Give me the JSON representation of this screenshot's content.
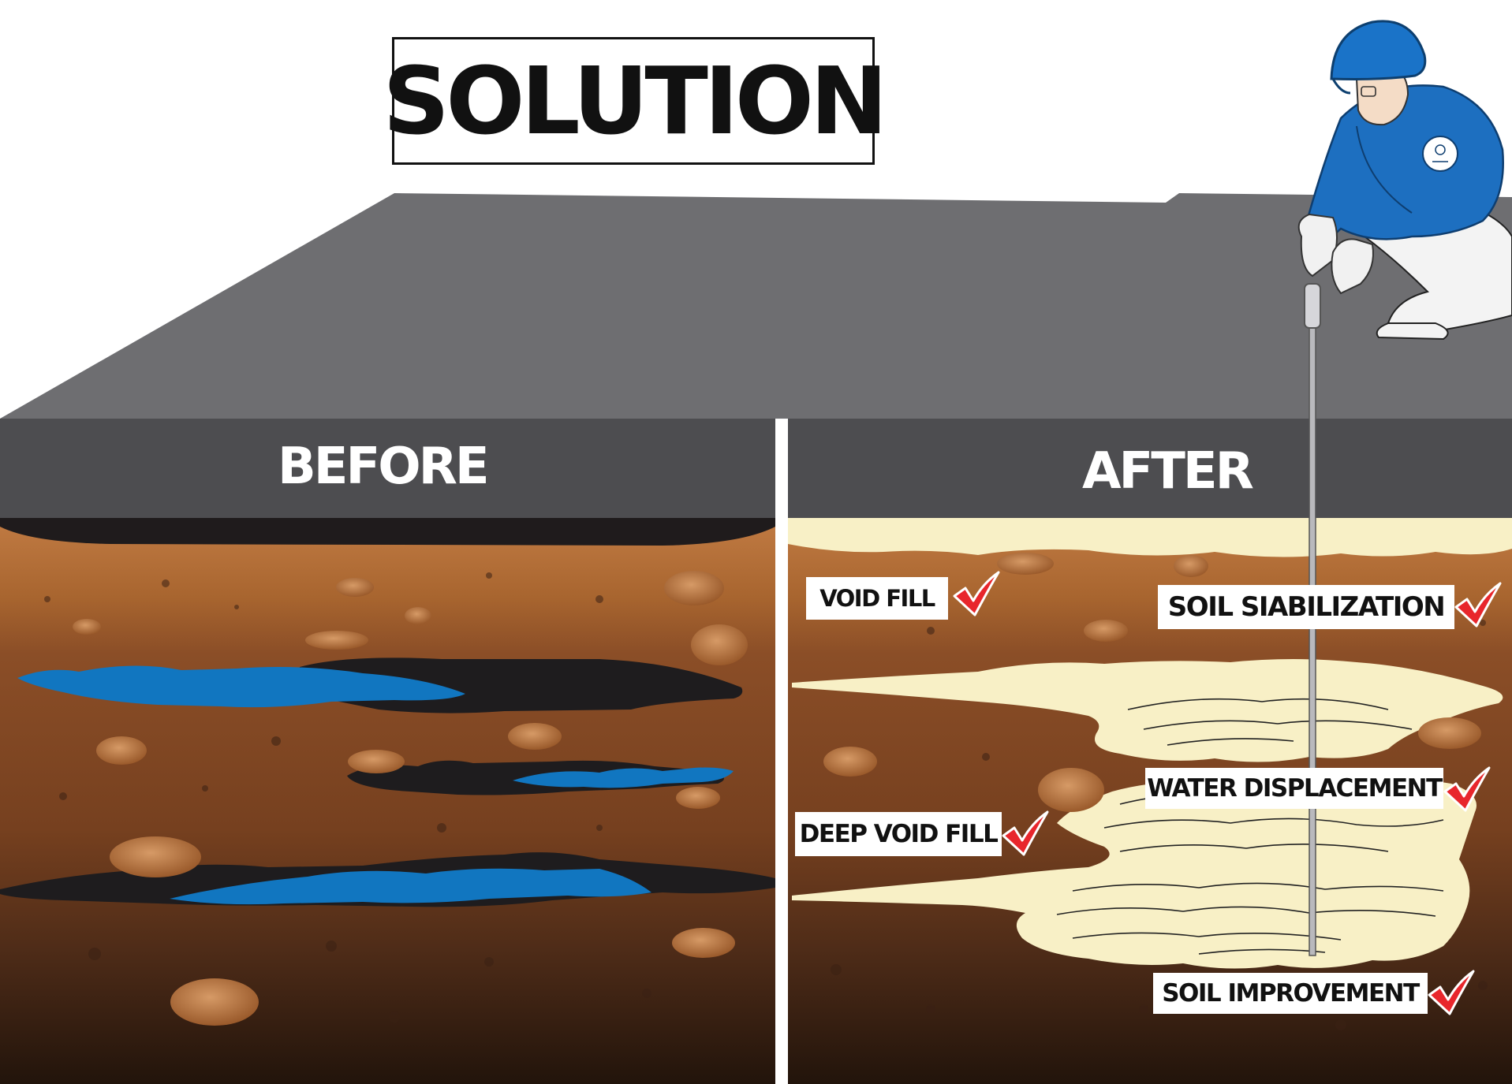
{
  "title": "SOLUTION",
  "panels": {
    "before": "BEFORE",
    "after": "AFTER"
  },
  "labels": {
    "void_fill": "VOID FILL",
    "soil_stabilization": "SOIL SIABILIZATION",
    "water_displacement": "WATER DISPLACEMENT",
    "deep_void_fill": "DEEP VOID FILL",
    "soil_improvement": "SOIL IMPROVEMENT"
  },
  "colors": {
    "slab": "#6e6e71",
    "panel_header": "#4d4d50",
    "divider": "#ffffff",
    "soil_top": "#b9733d",
    "soil_mid": "#874a24",
    "soil_deep": "#2c1a10",
    "void": "#1e1c1e",
    "water": "#1176c0",
    "grout": "#f8f0c6",
    "checkmark": "#e8262c",
    "worker_shirt": "#1d6fc0",
    "worker_hat": "#1a73c8"
  },
  "icons": {
    "check": "checkmark-icon",
    "worker": "worker-figure",
    "injection_rod": "injection-rod"
  }
}
